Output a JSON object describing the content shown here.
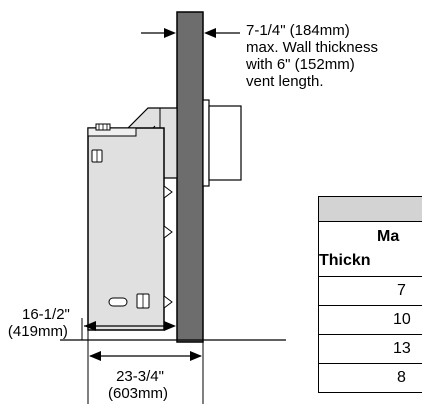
{
  "annotations": {
    "wall_thickness_note": [
      "7-1/4\" (184mm)",
      "max. Wall thickness",
      "with 6\" (152mm)",
      "vent length."
    ],
    "height_dim": [
      "16-1/2\"",
      "(419mm)"
    ],
    "depth_dim": [
      "23-3/4\"",
      "(603mm)"
    ]
  },
  "table": {
    "header_lines": [
      "Ma",
      "Thickn"
    ],
    "rows": [
      "7",
      "10",
      "13",
      "8"
    ]
  },
  "colors": {
    "wall": "#6d6d6d",
    "unit_body": "#e0e0e0",
    "table_header_bar": "#d3d3d3"
  }
}
